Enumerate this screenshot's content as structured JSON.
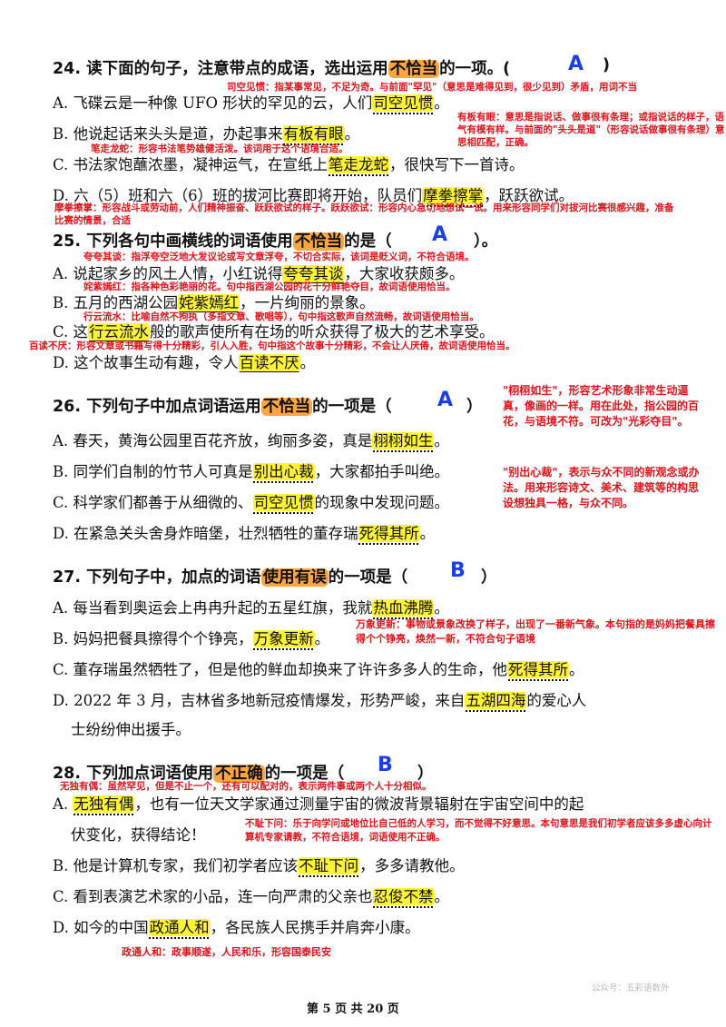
{
  "q24": {
    "title_pre": "24. 读下面的句子，注意带点的成语，选出运用",
    "title_hl": "不恰当",
    "title_post": "的一项。(",
    "title_close": ")",
    "answer": "A",
    "optA_pre": "A. 飞碟云是一种像 UFO 形状的罕见的云，人们",
    "optA_hl": "司空见惯",
    "optA_post": "。",
    "optB_pre": "B. 他说起话来头头是道，办起事来",
    "optB_hl": "有板有眼",
    "optB_post": "。",
    "optC_pre": "C. 书法家饱蘸浓墨，凝神运气，在宣纸上",
    "optC_hl": "笔走龙蛇",
    "optC_post": "，很快写下一首诗。",
    "optD_pre": "D. 六（5）班和六（6）班的拔河比赛即将开始，队员们",
    "optD_hl": "摩拳擦掌",
    "optD_post": "，跃跃欲试。",
    "note_a": "司空见惯：指某事常见，不足为奇。与前面\"罕见\"（意思是难得见到，很少见到）矛盾，用词不当",
    "note_b": "有板有眼：意思是指说话、做事很有条理；或指说话的样子，语气有模有样。与前面的\"头头是道\"（形容说话做事很有条理）意思相匹配，正确。",
    "note_c": "笔走龙蛇：形容书法笔势雄健活泼。该词用于这个语境合适。",
    "note_d": "摩拳擦掌：形容战斗或劳动前，人们精神振奋、跃跃欲试的样子。跃跃欲试：形容内心急切地想试一试。用来形容同学们对拔河比赛很感兴趣，准备比赛的情景，合适"
  },
  "q25": {
    "title_pre": "25. 下列各句中画横线的词语使用",
    "title_hl": "不恰当",
    "title_post": "的是（",
    "title_close": "）。",
    "answer": "A",
    "optA_pre": "A. 说起家乡的风土人情，小红说得",
    "optA_hl": "夸夸其谈",
    "optA_post": "，大家收获颇多。",
    "optB_pre": "B. 五月的西湖公园",
    "optB_hl": "姹紫嫣红",
    "optB_post": "，一片绚丽的景象。",
    "optC_pre": "C. 这",
    "optC_hl": "行云流水",
    "optC_post": "般的歌声使所有在场的听众获得了极大的艺术享受。",
    "optD_pre": "D. 这个故事生动有趣，令人",
    "optD_hl": "百读不厌",
    "optD_post": "。",
    "note_a": "夸夸其谈：指浮夸空泛地大发议论或写文章浮夸，不切合实际，该词是贬义词，不符合语境。",
    "note_b": "姹紫嫣红：指各种色彩艳丽的花。句中指西湖公园的花十分鲜艳夺目，故词语使用恰当。",
    "note_c": "行云流水：比喻自然不拘执（多指文章、歌唱等），句中指这歌声自然流畅，故词语使用恰当。",
    "note_d": "百读不厌：形容文章或书籍写得十分精彩，引人入胜，句中指这个故事十分精彩，不会让人厌倦，故词语使用恰当。"
  },
  "q26": {
    "title_pre": "26. 下列句子中加点词语运用",
    "title_hl": "不恰当",
    "title_post": "的一项是（",
    "title_close": "）",
    "answer": "A",
    "optA_pre": "A. 春天，黄海公园里百花齐放，绚丽多姿，真是",
    "optA_hl": "栩栩如生",
    "optA_post": "。",
    "optB_pre": "B. 同学们自制的竹节人可真是",
    "optB_hl": "别出心裁",
    "optB_post": "，大家都拍手叫绝。",
    "optC_pre": "C. 科学家们都善于从细微的、",
    "optC_hl": "司空见惯",
    "optC_post": "的现象中发现问题。",
    "optD_pre": "D. 在紧急关头舍身炸暗堡，壮烈牺牲的董存瑞",
    "optD_hl": "死得其所",
    "optD_post": "。",
    "note_a": "\"栩栩如生\"，形容艺术形象非常生动逼真，像画的一样。用在此处，指公园的百花，与语境不符。可改为\"光彩夺目\"。",
    "note_b": "\"别出心裁\"，表示与众不同的新观念或办法。用来形容诗文、美术、建筑等的构思设想独具一格，与众不同。"
  },
  "q27": {
    "title_pre": "27. 下列句子中，加点的词语",
    "title_hl": "使用有误",
    "title_post": "的一项是（",
    "title_close": "）",
    "answer": "B",
    "optA_pre": "A. 每当看到奥运会上冉冉升起的五星红旗，我就",
    "optA_hl": "热血沸腾",
    "optA_post": "。",
    "optB_pre": "B. 妈妈把餐具擦得个个铮亮，",
    "optB_hl": "万象更新",
    "optB_post": "。",
    "optC_pre": "C. 董存瑞虽然牺牲了，但是他的鲜血却换来了许许多多人的生命，他",
    "optC_hl": "死得其所",
    "optC_post": "。",
    "optD_pre": "D. 2022 年 3 月，吉林省多地新冠疫情爆发，形势严峻，来自",
    "optD_hl": "五湖四海",
    "optD_post": "的爱心人",
    "optD_line2": "士纷纷伸出援手。",
    "note_a": "万象更新：事物或景象改换了样子，出现了一番新气象。本句指的是妈妈把餐具擦得个个铮亮，焕然一新，不符合句子语境"
  },
  "q28": {
    "title_pre": "28. 下列加点词语使用",
    "title_hl": "不正确",
    "title_post": "的一项是（",
    "title_close": "）",
    "answer": "B",
    "optA_pre": "A. ",
    "optA_hl": "无独有偶",
    "optA_post": "，也有一位天文学家通过测量宇宙的微波背景辐射在宇宙空间中的起",
    "optA_line2": "伏变化，获得结论！",
    "optB_pre": "B. 他是计算机专家，我们初学者应该",
    "optB_hl": "不耻下问",
    "optB_post": "，多多请教他。",
    "optC_pre": "C. 看到表演艺术家的小品，连一向严肃的父亲也",
    "optC_hl": "忍俊不禁",
    "optC_post": "。",
    "optD_pre": "D. 如今的中国",
    "optD_hl": "政通人和",
    "optD_post": "，各民族人民携手并肩奔小康。",
    "note_a": "无独有偶：虽然罕见，但是不止一个，还有可以配对的，表示两件事或两个人十分相似。",
    "note_b": "不耻下问：乐于向学问或地位比自己低的人学习，而不觉得不好意思。本句意思是我们初学者应该多多虚心向计算机专家请教，不符合语境，词语使用不正确。",
    "note_d": "政通人和：政事顺遂，人民和乐，形容国泰民安"
  },
  "footer": "第 5 页 共 20 页",
  "watermark": "公众号：五彩语数外",
  "colors": {
    "annotation": "#e0121a",
    "answer": "#1a3ee8",
    "highlight_orange": "#ffa640",
    "highlight_yellow": "#fff338"
  }
}
